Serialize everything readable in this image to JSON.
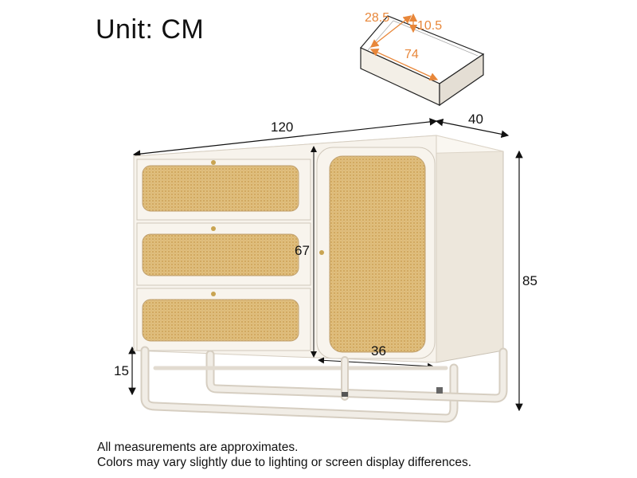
{
  "title": "Unit: CM",
  "dimensions": {
    "width": "120",
    "depth": "40",
    "height": "85",
    "door_height": "67",
    "door_width": "36",
    "leg_height": "15",
    "drawer_depth": "28.5",
    "drawer_height": "10.5",
    "drawer_length": "74"
  },
  "notes": [
    "All measurements are approximates.",
    "Colors may vary slightly due to lighting or screen display differences."
  ],
  "colors": {
    "body": "#f6f2ea",
    "rattan": "#e2c183",
    "orange_dim": "#e8873a",
    "frame": "#d9d2c6"
  }
}
